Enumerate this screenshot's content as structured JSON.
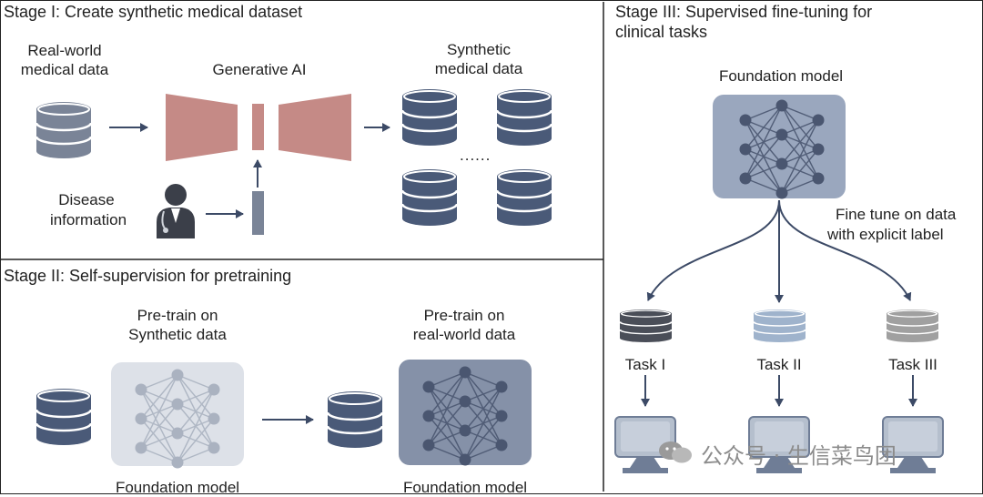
{
  "stage1": {
    "title": "Stage I: Create synthetic medical dataset",
    "real_world_label_line1": "Real-world",
    "real_world_label_line2": "medical data",
    "generative_label": "Generative AI",
    "synthetic_label_line1": "Synthetic",
    "synthetic_label_line2": "medical data",
    "ellipsis": "......",
    "disease_label_line1": "Disease",
    "disease_label_line2": "information"
  },
  "stage2": {
    "title": "Stage II: Self-supervision for pretraining",
    "pretrain_synthetic_line1": "Pre-train on",
    "pretrain_synthetic_line2": "Synthetic data",
    "pretrain_real_line1": "Pre-train on",
    "pretrain_real_line2": "real-world data",
    "foundation_left": "Foundation model",
    "foundation_right": "Foundation model"
  },
  "stage3": {
    "title_line1": "Stage III: Supervised fine-tuning for",
    "title_line2": "clinical tasks",
    "foundation_label": "Foundation model",
    "finetune_line1": "Fine tune on data",
    "finetune_line2": "with explicit label",
    "tasks": [
      "Task I",
      "Task II",
      "Task III"
    ]
  },
  "watermark": "公众号 · 生信菜鸟团",
  "colors": {
    "db_dark": "#4a5a78",
    "db_mid": "#7a8497",
    "db_light": "#9fb3cc",
    "db_gray": "#a0a0a0",
    "generator": "#c58a86",
    "model_light": "#dde1e8",
    "model_dark": "#8591a8",
    "model_stage3": "#9aa7be",
    "monitor": "#b5bfcd",
    "arrow": "#3c4a66"
  }
}
